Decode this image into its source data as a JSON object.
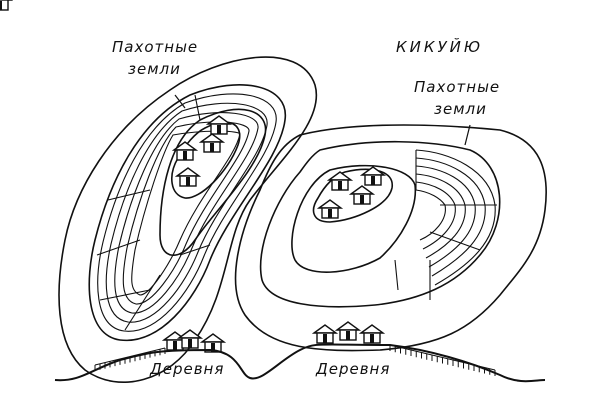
{
  "labels": {
    "left_fields_line1": "Пахотные",
    "left_fields_line2": "земли",
    "people": "КИКУЙЮ",
    "right_fields_line1": "Пахотные",
    "right_fields_line2": "земли",
    "village_left": "Деревня",
    "village_right": "Деревня"
  },
  "colors": {
    "ink": "#111111",
    "paper": "#ffffff"
  }
}
